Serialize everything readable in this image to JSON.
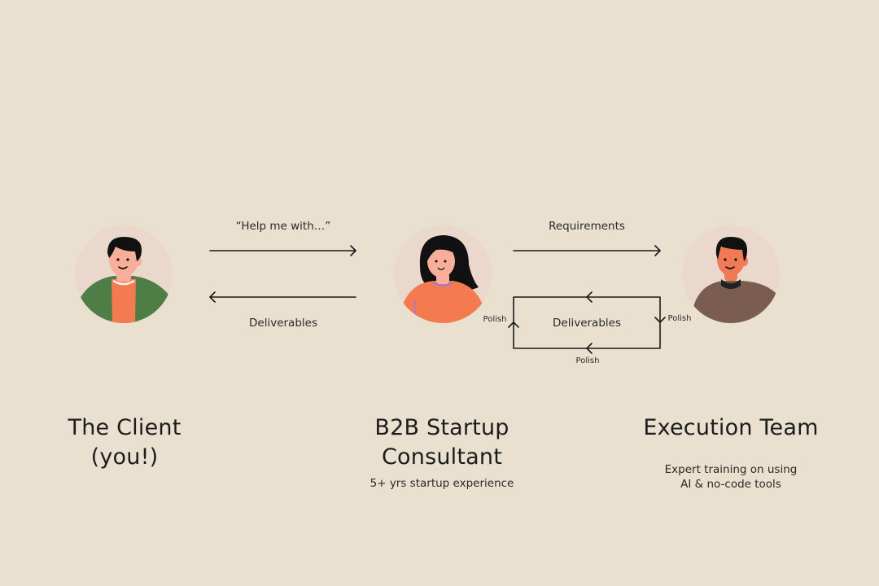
{
  "flow": {
    "client_to_consultant": "“Help me with…”",
    "consultant_to_client": "Deliverables",
    "consultant_to_team": "Requirements",
    "team_loop": "Deliverables",
    "polish_left": "Polish",
    "polish_right": "Polish",
    "polish_bottom": "Polish"
  },
  "roles": {
    "client": {
      "title_line1": "The Client",
      "title_line2": "(you!)"
    },
    "consultant": {
      "title_line1": "B2B Startup",
      "title_line2": "Consultant",
      "subtitle": "5+ yrs startup experience"
    },
    "team": {
      "title": "Execution Team",
      "subtitle_line1": "Expert training on using",
      "subtitle_line2": "AI & no-code tools"
    }
  },
  "colors": {
    "background": "#e9e0cf",
    "avatar_circle": "#ead8cd",
    "client_jacket": "#4e7d45",
    "client_shirt": "#f47a50",
    "consultant_top": "#f47a50",
    "team_sweater": "#7a5d4e",
    "skin": "#f9ad9b",
    "skin_dark": "#f27956",
    "hair": "#111111",
    "line": "#1a1a1a"
  },
  "icons": {
    "client": "man-avatar-icon",
    "consultant": "woman-avatar-icon",
    "team": "man-avatar-icon"
  }
}
